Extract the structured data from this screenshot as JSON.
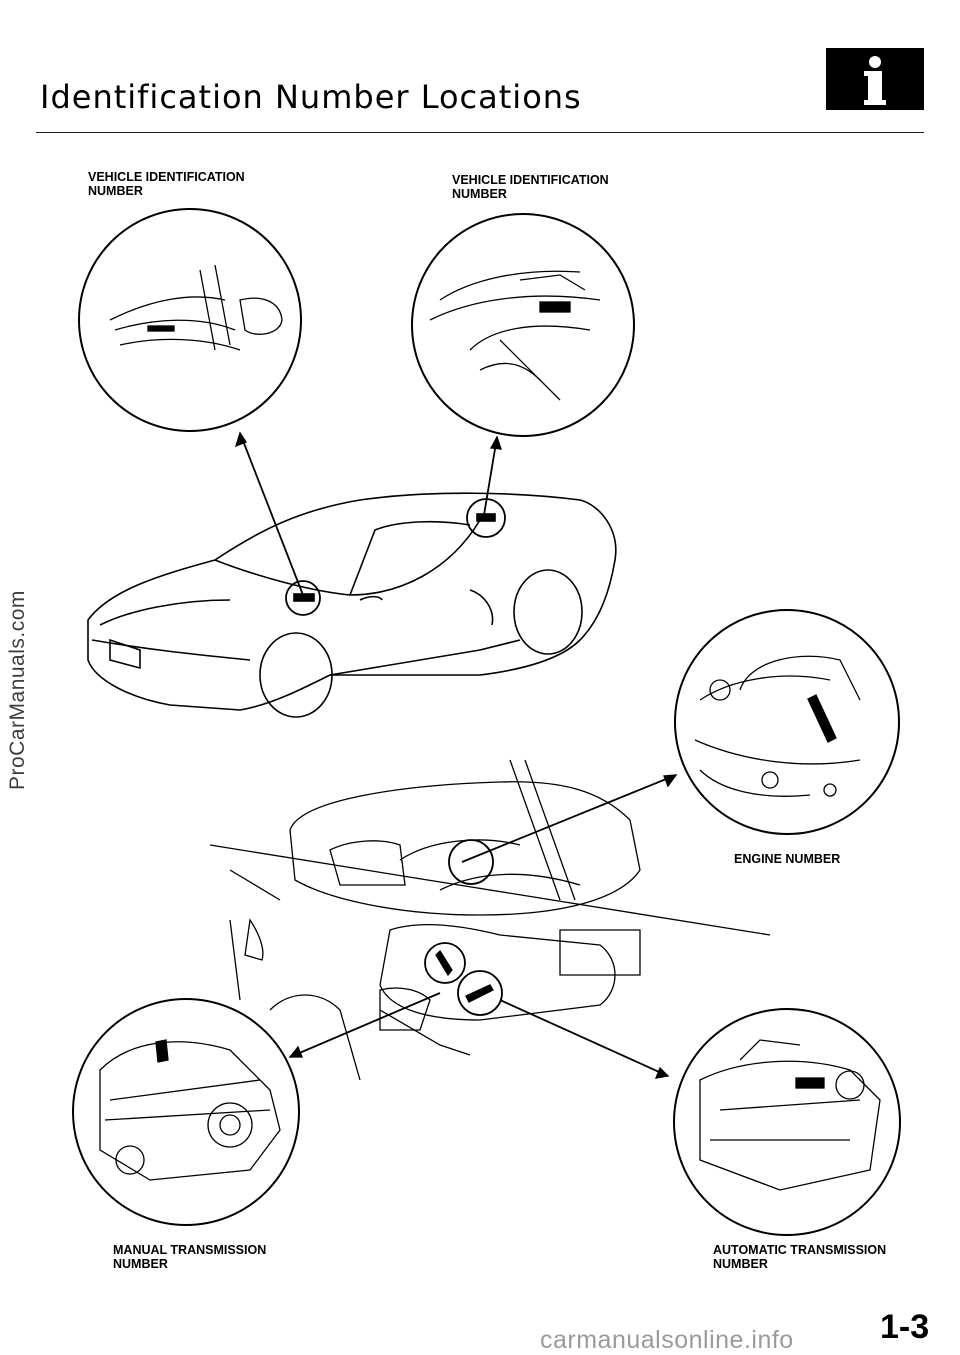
{
  "page": {
    "title": "Identification Number Locations",
    "number": "1-3"
  },
  "icons": {
    "section_icon": "info-icon"
  },
  "callouts": {
    "vin_left": "VEHICLE IDENTIFICATION\nNUMBER",
    "vin_right": "VEHICLE IDENTIFICATION\nNUMBER",
    "engine": "ENGINE NUMBER",
    "manual_trans": "MANUAL TRANSMISSION\nNUMBER",
    "auto_trans": "AUTOMATIC TRANSMISSION\nNUMBER"
  },
  "watermarks": {
    "side": "ProCarManuals.com",
    "bottom": "carmanualsonline.info"
  }
}
